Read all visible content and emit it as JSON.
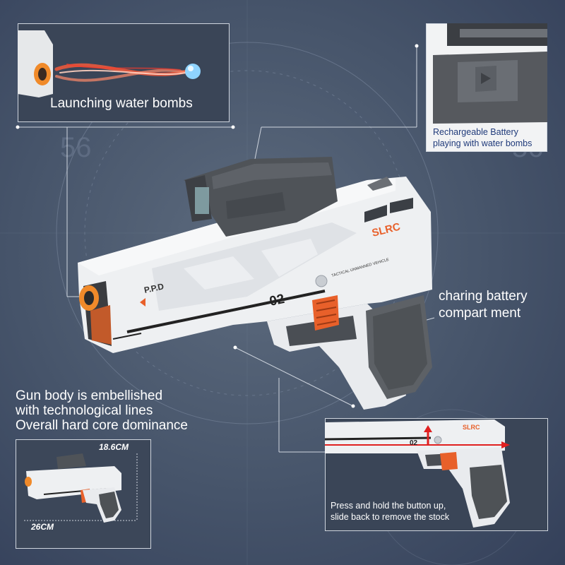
{
  "callouts": {
    "launching": "Launching water bombs",
    "battery_line1": "Rechargeable Battery",
    "battery_line2": "playing with water bombs",
    "charging_line1": "charing battery",
    "charging_line2": "compart ment",
    "body_line1": "Gun body  is embellished",
    "body_line2": "with technological lines",
    "body_line3": "Overall hard core dominance",
    "stock_line1": "Press and hold the button up,",
    "stock_line2": "slide back to remove the stock"
  },
  "gun_markings": {
    "model": "P.P.D",
    "brand": "SLRC",
    "number": "02",
    "tagline": "TACTICAL UNMANNED VEHICLE"
  },
  "dimensions": {
    "height": "18.6CM",
    "length": "26CM"
  },
  "background_numbers": [
    "56",
    "56"
  ],
  "colors": {
    "accent_orange": "#e8602a",
    "gun_white": "#eef0f2",
    "battery_dark": "#4e5256",
    "background": "#4a586d",
    "arrow_red": "#e02020"
  }
}
